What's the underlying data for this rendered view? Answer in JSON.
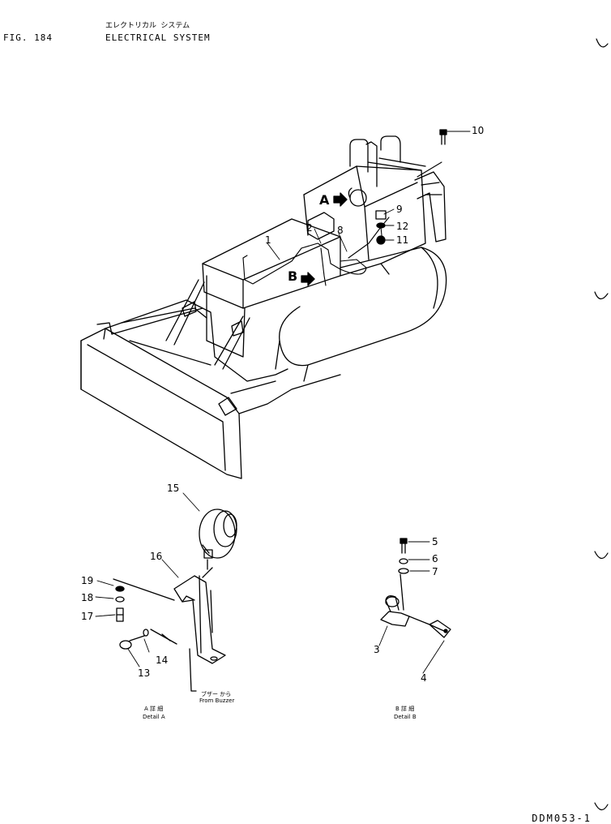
{
  "header": {
    "fig_label": "FIG. 184",
    "title_jp": "エレクトリカル システム",
    "title_en": "ELECTRICAL SYSTEM"
  },
  "footer": {
    "drawing_code": "DDM053-1"
  },
  "view_markers": {
    "a": "A",
    "b": "B"
  },
  "callouts": {
    "c1": "1",
    "c2": "2",
    "c3": "3",
    "c4": "4",
    "c5": "5",
    "c6": "6",
    "c7": "7",
    "c8": "8",
    "c9": "9",
    "c10": "10",
    "c11": "11",
    "c12": "12",
    "c13": "13",
    "c14": "14",
    "c15": "15",
    "c16": "16",
    "c17": "17",
    "c18": "18",
    "c19": "19"
  },
  "detail_a": {
    "from_jp": "ブザー から",
    "from_en": "From Buzzer",
    "label_jp": "A 詳 細",
    "label_en": "Detail A"
  },
  "detail_b": {
    "label_jp": "B 詳 細",
    "label_en": "Detail B"
  }
}
